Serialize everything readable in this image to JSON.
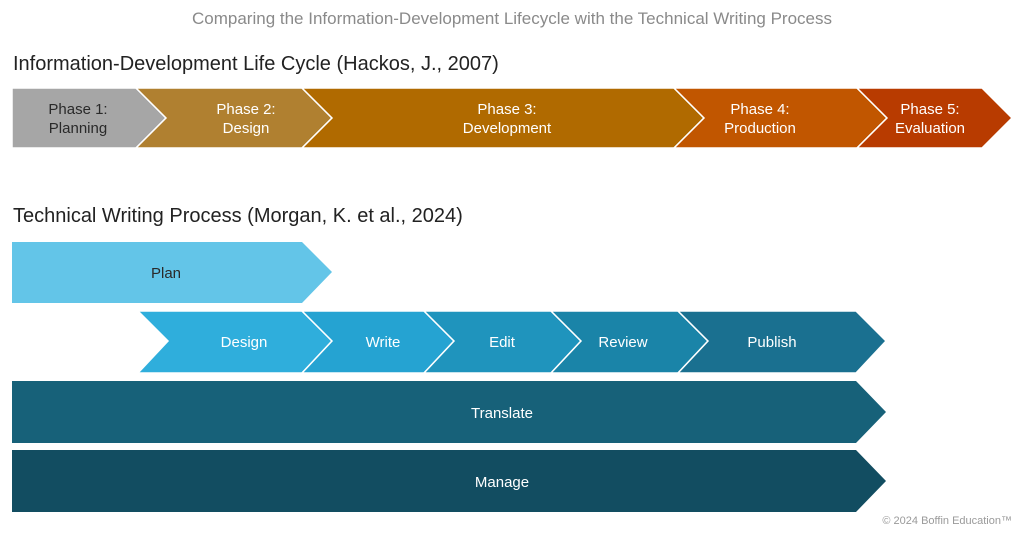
{
  "title": "Comparing the Information-Development Lifecycle with the Technical Writing Process",
  "lifecycle": {
    "heading": "Information-Development Life Cycle (Hackos, J., 2007)",
    "phases": [
      {
        "line1": "Phase 1:",
        "line2": "Planning",
        "color": "#a6a6a6"
      },
      {
        "line1": "Phase 2:",
        "line2": "Design",
        "color": "#b08030"
      },
      {
        "line1": "Phase 3:",
        "line2": "Development",
        "color": "#b06a00"
      },
      {
        "line1": "Phase 4:",
        "line2": "Production",
        "color": "#c15600"
      },
      {
        "line1": "Phase 5:",
        "line2": "Evaluation",
        "color": "#b83b00"
      }
    ]
  },
  "process": {
    "heading": "Technical Writing Process (Morgan, K. et al., 2024)",
    "plan": {
      "label": "Plan",
      "color": "#63c5e8"
    },
    "steps": [
      {
        "label": "Design",
        "color": "#2faedc"
      },
      {
        "label": "Write",
        "color": "#25a3d2"
      },
      {
        "label": "Edit",
        "color": "#1f94bd"
      },
      {
        "label": "Review",
        "color": "#1a84a8"
      },
      {
        "label": "Publish",
        "color": "#1a7090"
      }
    ],
    "translate": {
      "label": "Translate",
      "color": "#176179"
    },
    "manage": {
      "label": "Manage",
      "color": "#124d61"
    }
  },
  "footer": "© 2024 Boffin Education™"
}
